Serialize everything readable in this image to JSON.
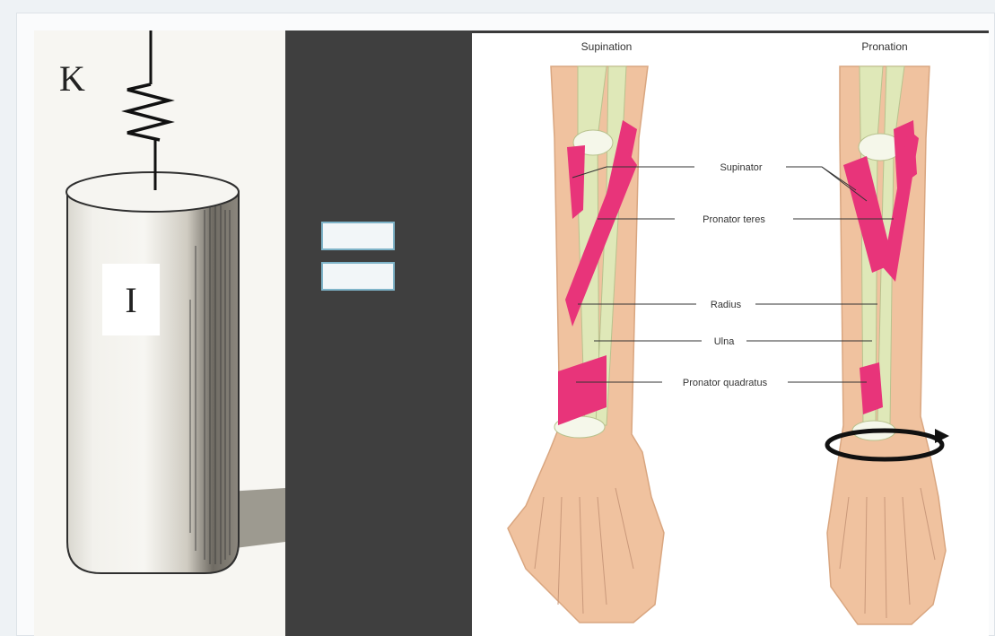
{
  "left_panel": {
    "stiffness_label": "K",
    "inertia_label": "I"
  },
  "middle_panel": {
    "symbol": "equals-sign"
  },
  "right_panel": {
    "titles": {
      "left": "Supination",
      "right": "Pronation"
    },
    "labels": [
      "Supinator",
      "Pronator teres",
      "Radius",
      "Ulna",
      "Pronator quadratus"
    ]
  },
  "colors": {
    "muscle": "#e8347a",
    "bone": "#dfe8b8",
    "skin": "#f0c29f",
    "dark_panel": "#3f3f3f",
    "equals_border": "#7fb4c9"
  }
}
